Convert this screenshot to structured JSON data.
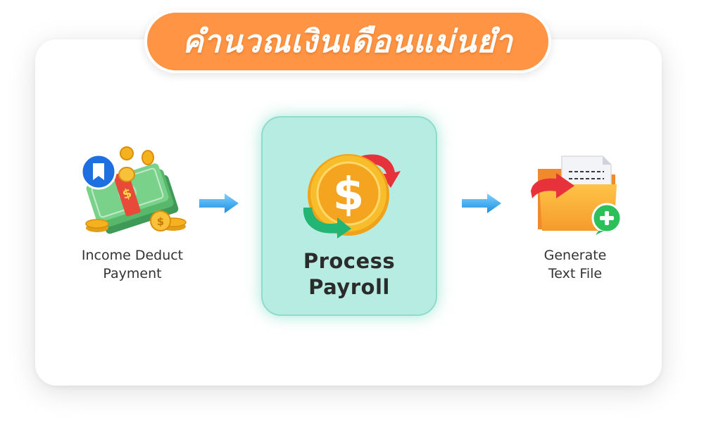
{
  "title": "คำนวณเงินเดือนแม่นยำ",
  "steps": {
    "input": {
      "line1": "Income Deduct",
      "line2": "Payment",
      "icon": "money-stack-icon"
    },
    "process": {
      "line1": "Process",
      "line2": "Payroll",
      "icon": "dollar-coin-cycle-icon"
    },
    "output": {
      "line1": "Generate",
      "line2": "Text File",
      "icon": "folder-add-file-icon"
    }
  },
  "arrows": [
    "arrow-right-icon",
    "arrow-right-icon"
  ],
  "colors": {
    "title_bg": "#ff9544",
    "process_bg": "#b6ece1",
    "arrow": "#2b9fe6",
    "coin": "#f6b21e",
    "accent_red": "#e8323b",
    "accent_green": "#22b573"
  }
}
